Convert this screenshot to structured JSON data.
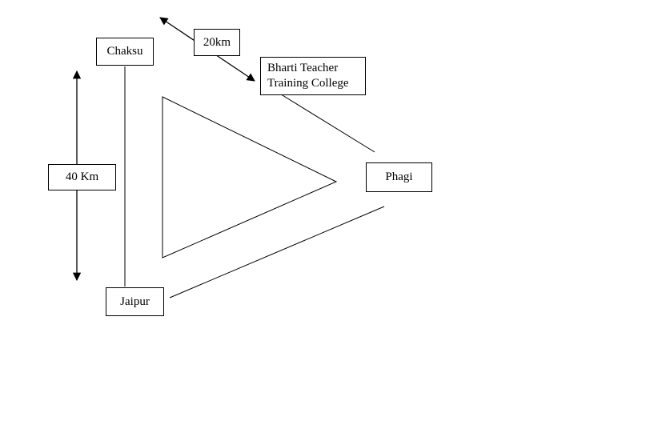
{
  "diagram": {
    "description": "Route sketch showing distances between Chaksu, Jaipur and Phagi with Bharti Teacher Training College location",
    "nodes": {
      "chaksu": {
        "label": "Chaksu"
      },
      "jaipur": {
        "label": "Jaipur"
      },
      "phagi": {
        "label": "Phagi"
      },
      "college": {
        "label_line1": "Bharti Teacher",
        "label_line2": "Training College"
      },
      "distance_top": {
        "label": "20km"
      },
      "distance_left": {
        "label": "40 Km"
      }
    },
    "colors": {
      "line": "#000000",
      "box_border": "#000000",
      "box_bg": "#ffffff",
      "page_bg": "#ffffff"
    }
  }
}
